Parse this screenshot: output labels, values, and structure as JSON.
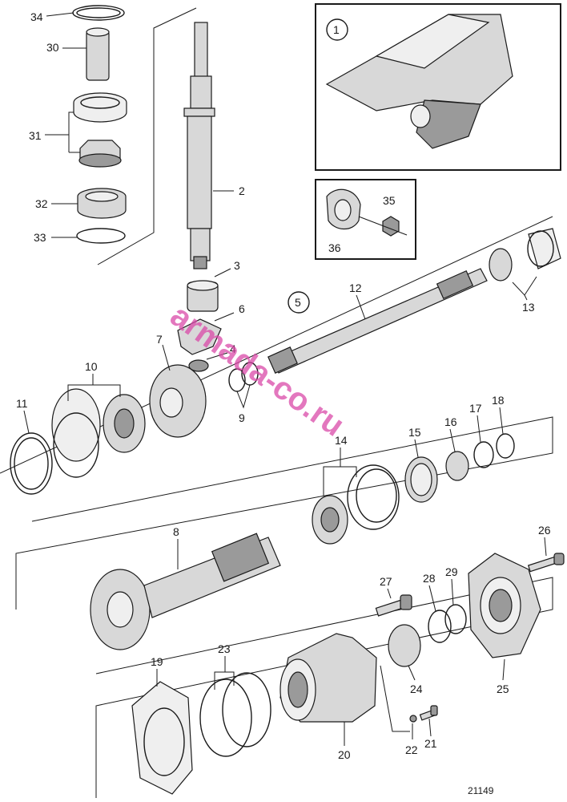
{
  "diagram": {
    "drawing_number": "21149",
    "watermark": "armada-co.ru",
    "callouts": {
      "c1": "1",
      "c2": "2",
      "c3": "3",
      "c4": "4",
      "c5": "5",
      "c6": "6",
      "c7": "7",
      "c8": "8",
      "c9": "9",
      "c10": "10",
      "c11": "11",
      "c12": "12",
      "c13": "13",
      "c14": "14",
      "c15": "15",
      "c16": "16",
      "c17": "17",
      "c18": "18",
      "c19": "19",
      "c20": "20",
      "c21": "21",
      "c22": "22",
      "c23": "23",
      "c24": "24",
      "c25": "25",
      "c26": "26",
      "c27": "27",
      "c28": "28",
      "c29": "29",
      "c30": "30",
      "c31": "31",
      "c32": "32",
      "c33": "33",
      "c34": "34",
      "c35": "35",
      "c36": "36"
    }
  }
}
